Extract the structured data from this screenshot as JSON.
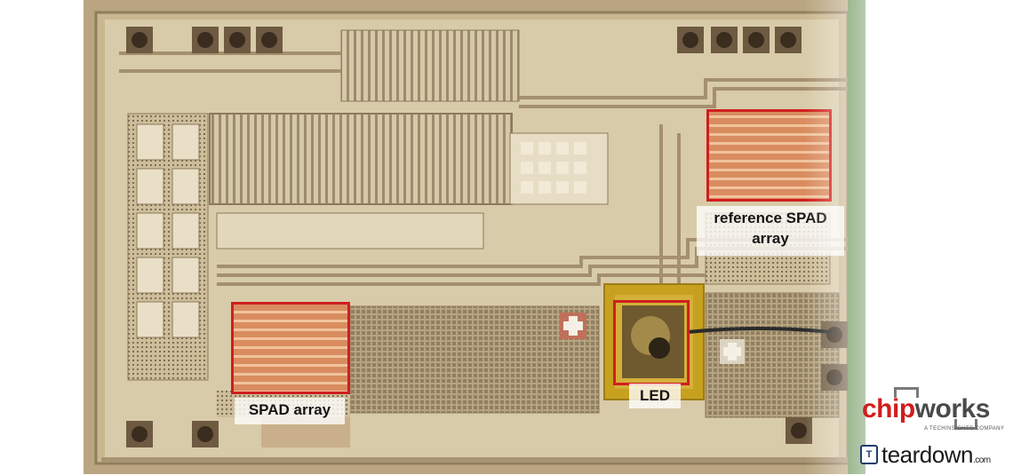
{
  "image": {
    "subject": "chip-die-photo",
    "palette": {
      "substrate": "#c8b48c",
      "metal": "#e6dcc2",
      "bus": "#a9967a",
      "highlight": "#d01e1e",
      "spad": "#c97a55",
      "led": "#c8a020"
    }
  },
  "annotations": {
    "reference_spad": "reference SPAD\narray",
    "spad_array": "SPAD array",
    "led": "LED"
  },
  "branding": {
    "chipworks_a": "chip",
    "chipworks_b": "works",
    "chipworks_sub": "A TECHINSIGHTS COMPANY",
    "teardown_icon": "T",
    "teardown_main": "teardown",
    "teardown_tld": ".com"
  }
}
